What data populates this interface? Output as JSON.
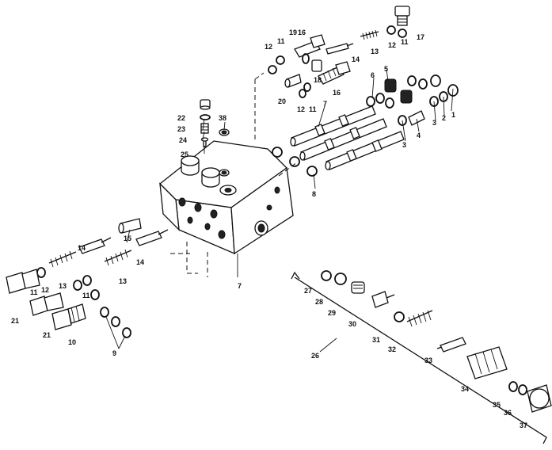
{
  "labels": {
    "l1": "1",
    "l2": "2",
    "l3a": "3",
    "l3b": "3",
    "l4": "4",
    "l5": "5",
    "l6": "6",
    "l7a": "7",
    "l7b": "7",
    "l8": "8",
    "l9": "9",
    "l10": "10",
    "l11a": "11",
    "l11b": "11",
    "l11c": "11",
    "l11d": "11",
    "l11e": "11",
    "l12a": "12",
    "l12b": "12",
    "l12c": "12",
    "l12d": "12",
    "l13a": "13",
    "l13b": "13",
    "l13c": "13",
    "l14a": "14",
    "l14b": "14",
    "l14c": "14",
    "l15": "15",
    "l16a": "16",
    "l16b": "16",
    "l17": "17",
    "l18": "18",
    "l19": "19",
    "l20": "20",
    "l21a": "21",
    "l21b": "21",
    "l22": "22",
    "l23": "23",
    "l24": "24",
    "l25": "25",
    "l26": "26",
    "l27": "27",
    "l28": "28",
    "l29": "29",
    "l30": "30",
    "l31": "31",
    "l32": "32",
    "l33": "33",
    "l34": "34",
    "l35": "35",
    "l36": "36",
    "l37": "37",
    "l38": "38"
  }
}
